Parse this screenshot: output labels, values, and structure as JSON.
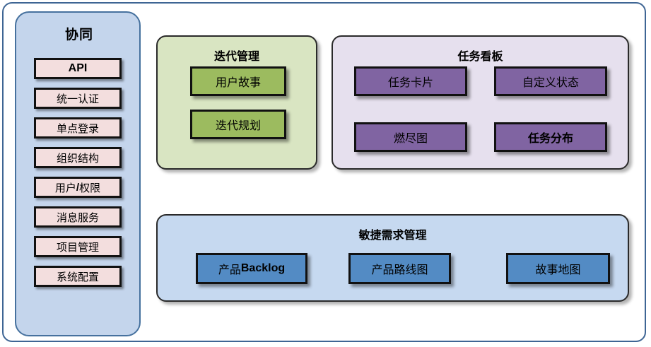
{
  "sidebar": {
    "title": "协同",
    "items": [
      {
        "label": "API",
        "bold": true
      },
      {
        "label": "统一认证",
        "bold": false
      },
      {
        "label": "单点登录",
        "bold": false
      },
      {
        "label": "组织结构",
        "bold": false
      },
      {
        "label": "用户/权限",
        "bold": false
      },
      {
        "label": "消息服务",
        "bold": false
      },
      {
        "label": "项目管理",
        "bold": false
      },
      {
        "label": "系统配置",
        "bold": false
      }
    ],
    "panel_color": "#C4D5EC",
    "item_color": "#F3DEDE"
  },
  "groups": {
    "iteration": {
      "title": "迭代管理",
      "panel_color": "#D9E5C2",
      "chip_color": "#9CBB5F",
      "items": [
        {
          "label": "用户故事"
        },
        {
          "label": "迭代规划"
        }
      ]
    },
    "taskboard": {
      "title": "任务看板",
      "panel_color": "#E6E0EE",
      "chip_color": "#8064A2",
      "items": [
        {
          "label": "任务卡片"
        },
        {
          "label": "自定义状态"
        },
        {
          "label": "燃尽图"
        },
        {
          "label": "任务分布"
        }
      ]
    },
    "agile": {
      "title": "敏捷需求管理",
      "panel_color": "#C6D9F0",
      "chip_color": "#538BC4",
      "items": [
        {
          "label": "产品Backlog"
        },
        {
          "label": "产品路线图"
        },
        {
          "label": "故事地图"
        }
      ]
    }
  },
  "frame": {
    "border_color": "#3E6594"
  }
}
